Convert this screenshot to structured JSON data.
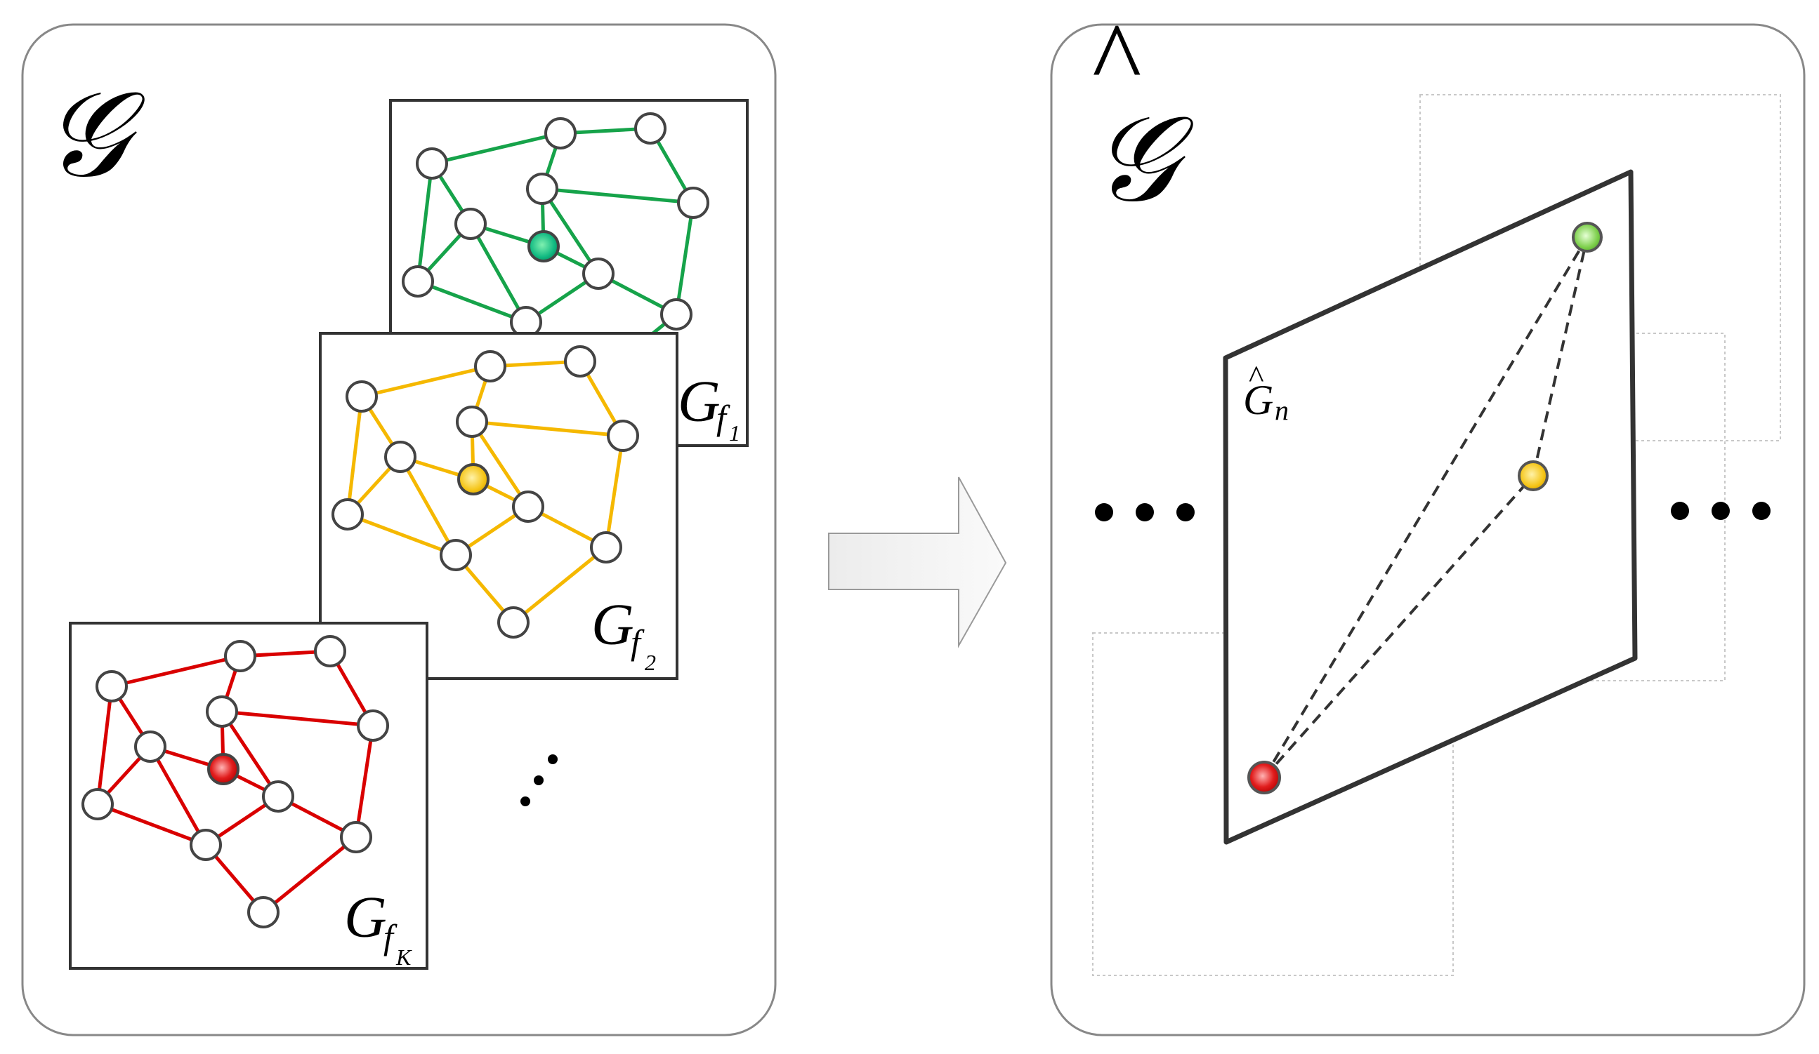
{
  "left_panel": {
    "symbol": "𝒢",
    "graphs": [
      {
        "name": "graph-f1",
        "edge_color": "#16a34a",
        "center_color": "#10b981",
        "label_main": "G",
        "label_sub": "f",
        "label_subsub": "1"
      },
      {
        "name": "graph-f2",
        "edge_color": "#f5b800",
        "center_color": "#f5b800",
        "label_main": "G",
        "label_sub": "f",
        "label_subsub": "2"
      },
      {
        "name": "graph-fK",
        "edge_color": "#d90000",
        "center_color": "#e11d1d",
        "label_main": "G",
        "label_sub": "f",
        "label_subsub": "K"
      }
    ],
    "ellipsis": "⋰"
  },
  "right_panel": {
    "symbol": "𝒢",
    "hat": "^",
    "plane_label_main": "G",
    "plane_label_hat": "^",
    "plane_label_sub": "n",
    "left_ellipsis": "• • •",
    "right_ellipsis": "• • •",
    "node_colors": {
      "green": "#7ccf4a",
      "yellow": "#f5c518",
      "red": "#e11d1d"
    }
  }
}
